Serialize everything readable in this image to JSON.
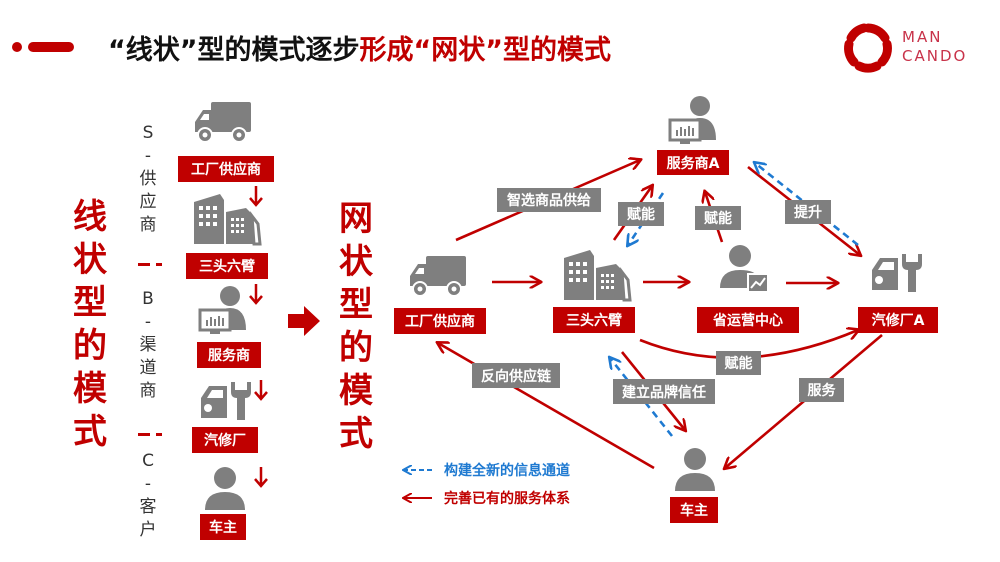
{
  "header": {
    "title_black": "“线状”型的模式逐步",
    "title_red": "形成“网状”型的模式",
    "logo_line1": "MAN",
    "logo_line2": "CANDO"
  },
  "colors": {
    "brand_red": "#c00000",
    "icon_gray": "#7f7f7f",
    "info_blue": "#1f7ad1"
  },
  "linear_model": {
    "vertical_title": [
      "线",
      "状",
      "型",
      "的",
      "模",
      "式"
    ],
    "segments": [
      {
        "letter": "S",
        "dash": "-",
        "chars": [
          "供",
          "应",
          "商"
        ]
      },
      {
        "letter": "B",
        "dash": "-",
        "chars": [
          "渠",
          "道",
          "商"
        ]
      },
      {
        "letter": "C",
        "dash": "-",
        "chars": [
          "客",
          "户"
        ]
      }
    ],
    "chain": [
      {
        "label": "工厂供应商",
        "icon": "truck-icon"
      },
      {
        "label": "三头六臂",
        "icon": "buildings-icon"
      },
      {
        "label": "服务商",
        "icon": "person-computer-icon"
      },
      {
        "label": "汽修厂",
        "icon": "car-wrench-icon"
      },
      {
        "label": "车主",
        "icon": "person-icon"
      }
    ]
  },
  "network_model": {
    "vertical_title": [
      "网",
      "状",
      "型",
      "的",
      "模",
      "式"
    ],
    "nodes": {
      "factory": {
        "label": "工厂供应商",
        "icon": "truck-icon"
      },
      "santou": {
        "label": "三头六臂",
        "icon": "buildings-icon"
      },
      "provincial": {
        "label": "省运营中心",
        "icon": "person-chart-icon"
      },
      "service_a": {
        "label": "服务商A",
        "icon": "person-computer-icon"
      },
      "garage_a": {
        "label": "汽修厂A",
        "icon": "car-wrench-icon"
      },
      "owner": {
        "label": "车主",
        "icon": "person-icon"
      }
    },
    "edge_labels": {
      "smart_supply": "智选商品供给",
      "empower_1": "赋能",
      "empower_2": "赋能",
      "empower_3": "赋能",
      "upgrade": "提升",
      "reverse_supply": "反向供应链",
      "brand_trust": "建立品牌信任",
      "service": "服务"
    },
    "legend": [
      {
        "style": "blue-dashed-arrow",
        "label": "构建全新的信息通道"
      },
      {
        "style": "red-solid-arrow",
        "label": "完善已有的服务体系"
      }
    ]
  }
}
